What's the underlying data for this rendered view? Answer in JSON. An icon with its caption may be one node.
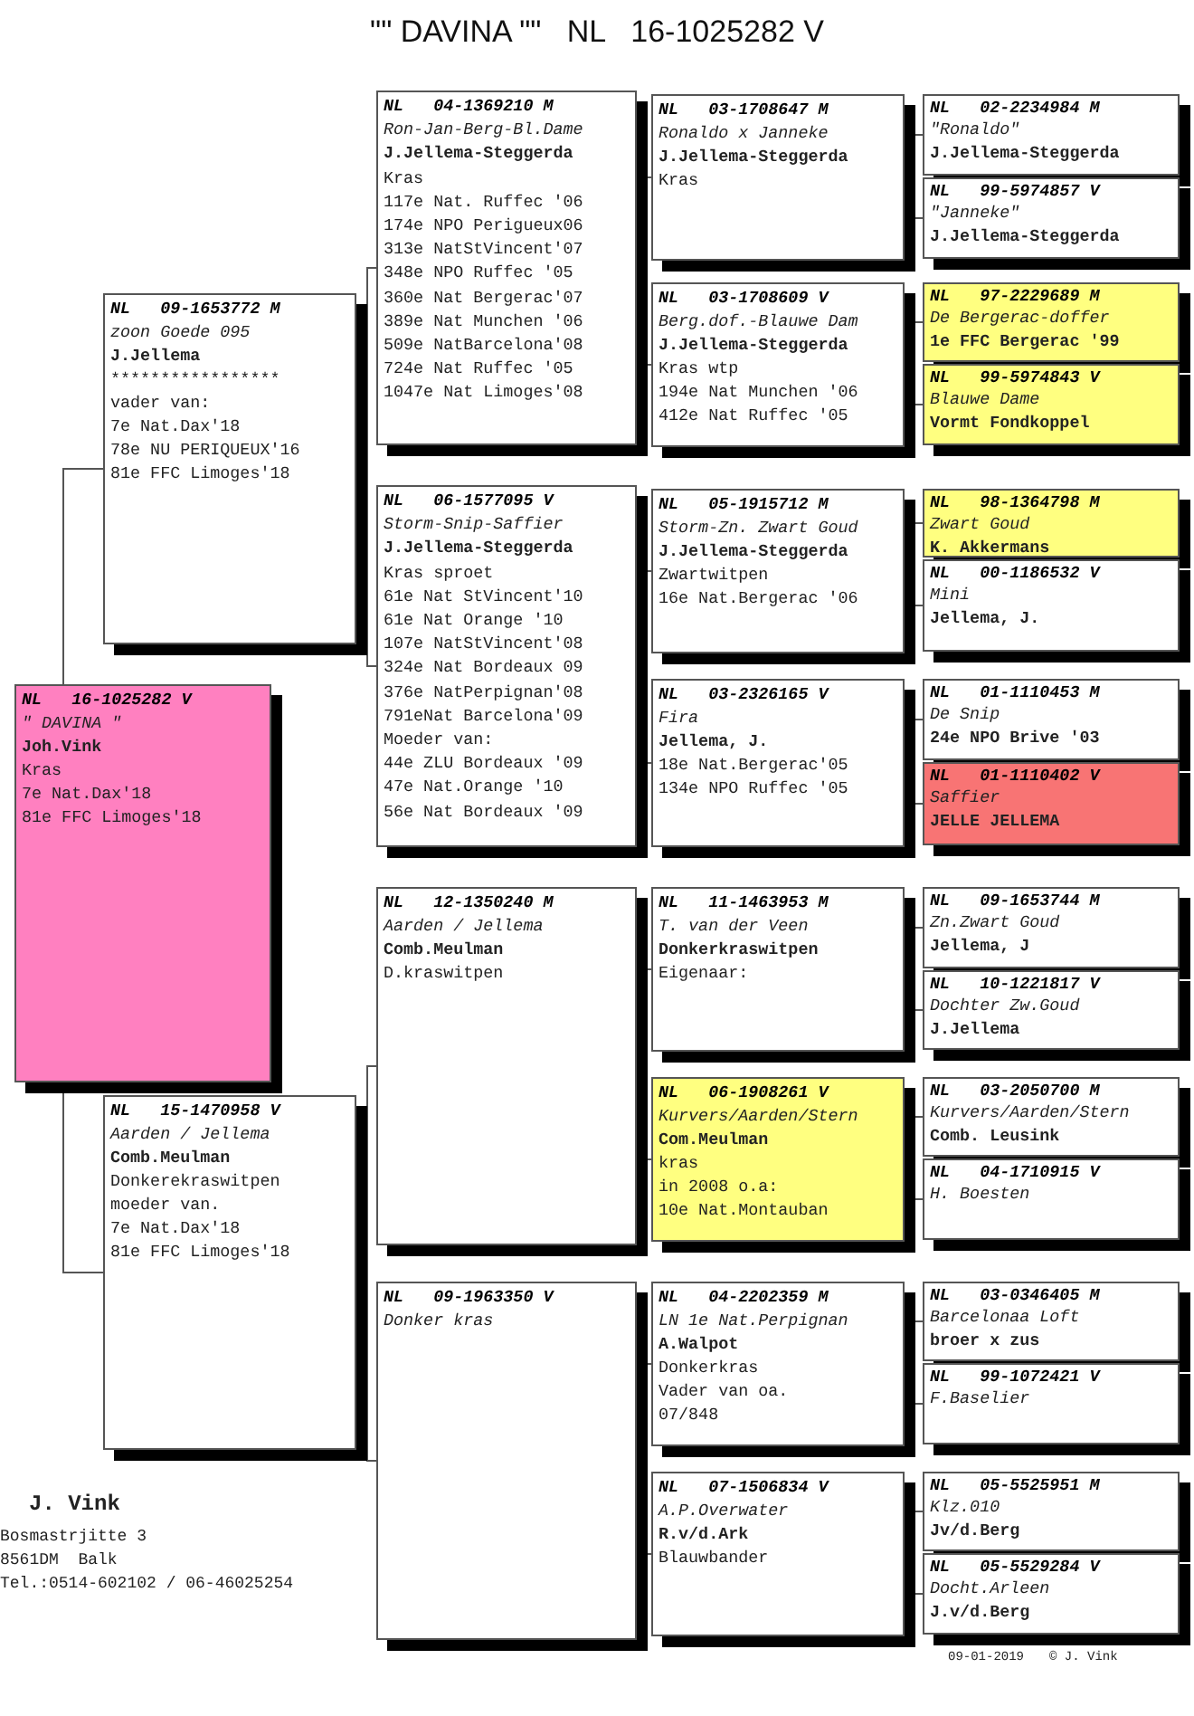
{
  "diagram": {
    "title": "\"\" DAVINA \"\"   NL   16-1025282 V",
    "nodes": [
      {
        "text": [
          "NL   16-1025282 V",
          "\" DAVINA \"",
          "Joh.Vink",
          "Kras",
          "7e Nat.Dax'18",
          "81e FFC Limoges'18"
        ]
      },
      {
        "text": [
          "NL   09-1653772 M",
          "zoon Goede 095",
          "J.Jellema",
          "*****************",
          "vader van:",
          "7e Nat.Dax'18",
          "78e NU PERIQUEUX'16",
          "81e FFC Limoges'18"
        ]
      },
      {
        "text": [
          "NL   15-1470958 V",
          "Aarden / Jellema",
          "Comb.Meulman",
          "Donkerekraswitpen",
          "moeder van.",
          "7e Nat.Dax'18",
          "81e FFC Limoges'18"
        ]
      },
      {
        "text": [
          "NL   04-1369210 M",
          "Ron-Jan-Berg-Bl.Dame",
          "J.Jellema-Steggerda",
          "Kras",
          "117e Nat. Ruffec '06",
          "174e NPO Perigueux06",
          "313e NatStVincent'07",
          "348e NPO Ruffec '05",
          "360e Nat Bergerac'07",
          "389e Nat Munchen '06",
          "509e NatBarcelona'08",
          "724e Nat Ruffec '05",
          "1047e Nat Limoges'08"
        ]
      },
      {
        "text": [
          "NL   06-1577095 V",
          "Storm-Snip-Saffier",
          "J.Jellema-Steggerda",
          "Kras sproet",
          "61e Nat StVincent'10",
          "61e Nat Orange '10",
          "107e NatStVincent'08",
          "324e Nat Bordeaux 09",
          "376e NatPerpignan'08",
          "791eNat Barcelona'09",
          "Moeder van:",
          "44e ZLU Bordeaux '09",
          "47e Nat.Orange '10",
          "56e Nat Bordeaux '09"
        ]
      },
      {
        "text": [
          "NL   12-1350240 M",
          "Aarden / Jellema",
          "Comb.Meulman",
          "D.kraswitpen"
        ]
      },
      {
        "text": [
          "NL   09-1963350 V",
          "Donker kras"
        ]
      },
      {
        "text": [
          "NL   03-1708647 M",
          "Ronaldo x Janneke",
          "J.Jellema-Steggerda",
          "Kras"
        ]
      },
      {
        "text": [
          "NL   03-1708609 V",
          "Berg.dof.-Blauwe Dam",
          "J.Jellema-Steggerda",
          "Kras wtp",
          "194e Nat Munchen '06",
          "412e Nat Ruffec '05"
        ]
      },
      {
        "text": [
          "NL   05-1915712 M",
          "Storm-Zn. Zwart Goud",
          "J.Jellema-Steggerda",
          "Zwartwitpen",
          "16e Nat.Bergerac '06"
        ]
      },
      {
        "text": [
          "NL   03-2326165 V",
          "Fira",
          "Jellema, J.",
          "18e Nat.Bergerac'05",
          "134e NPO Ruffec '05"
        ]
      },
      {
        "text": [
          "NL   11-1463953 M",
          "T. van der Veen",
          "Donkerkraswitpen",
          "Eigenaar:"
        ]
      },
      {
        "text": [
          "NL   06-1908261 V",
          "Kurvers/Aarden/Stern",
          "Com.Meulman",
          "kras",
          "in 2008 o.a:",
          "10e Nat.Montauban"
        ]
      },
      {
        "text": [
          "NL   04-2202359 M",
          "LN 1e Nat.Perpignan",
          "A.Walpot",
          "Donkerkras",
          "Vader van oa.",
          "07/848"
        ]
      },
      {
        "text": [
          "NL   07-1506834 V",
          "A.P.Overwater",
          "R.v/d.Ark",
          "Blauwbander"
        ]
      },
      {
        "text": [
          "NL   02-2234984 M",
          "\"Ronaldo\"",
          "J.Jellema-Steggerda"
        ]
      },
      {
        "text": [
          "NL   99-5974857 V",
          "\"Janneke\"",
          "J.Jellema-Steggerda"
        ]
      },
      {
        "text": [
          "NL   97-2229689 M",
          "De Bergerac-doffer",
          "1e FFC Bergerac '99"
        ]
      },
      {
        "text": [
          "NL   99-5974843 V",
          "Blauwe Dame",
          "Vormt Fondkoppel"
        ]
      },
      {
        "text": [
          "NL   98-1364798 M",
          "Zwart Goud",
          "K. Akkermans"
        ]
      },
      {
        "text": [
          "NL   00-1186532 V",
          "Mini",
          "Jellema, J."
        ]
      },
      {
        "text": [
          "NL   01-1110453 M",
          "De Snip",
          "24e NPO Brive '03"
        ]
      },
      {
        "text": [
          "NL   01-1110402 V",
          "Saffier",
          "JELLE JELLEMA"
        ]
      },
      {
        "text": [
          "NL   09-1653744 M",
          "Zn.Zwart Goud",
          "Jellema, J"
        ]
      },
      {
        "text": [
          "NL   10-1221817 V",
          "Dochter Zw.Goud",
          "J.Jellema"
        ]
      },
      {
        "text": [
          "NL   03-2050700 M",
          "Kurvers/Aarden/Stern",
          "Comb. Leusink"
        ]
      },
      {
        "text": [
          "NL   04-1710915 V",
          "H. Boesten"
        ]
      },
      {
        "text": [
          "NL   03-0346405 M",
          "Barcelonaa Loft",
          "broer x zus"
        ]
      },
      {
        "text": [
          "NL   99-1072421 V",
          "F.Baselier"
        ]
      },
      {
        "text": [
          "NL   05-5525951 M",
          "Klz.010",
          "Jv/d.Berg"
        ]
      },
      {
        "text": [
          "NL   05-5529284 V",
          "Docht.Arleen",
          "J.v/d.Berg"
        ]
      }
    ],
    "edges": [
      {
        "from": 0,
        "to": 1,
        "arrow": "none"
      },
      {
        "from": 0,
        "to": 2,
        "arrow": "none"
      },
      {
        "from": 1,
        "to": 3,
        "arrow": "none"
      },
      {
        "from": 1,
        "to": 4,
        "arrow": "none"
      },
      {
        "from": 2,
        "to": 5,
        "arrow": "none"
      },
      {
        "from": 2,
        "to": 6,
        "arrow": "none"
      },
      {
        "from": 3,
        "to": 7,
        "arrow": "none"
      },
      {
        "from": 3,
        "to": 8,
        "arrow": "none"
      },
      {
        "from": 4,
        "to": 9,
        "arrow": "none"
      },
      {
        "from": 4,
        "to": 10,
        "arrow": "none"
      },
      {
        "from": 5,
        "to": 11,
        "arrow": "none"
      },
      {
        "from": 5,
        "to": 12,
        "arrow": "none"
      },
      {
        "from": 6,
        "to": 13,
        "arrow": "none"
      },
      {
        "from": 6,
        "to": 14,
        "arrow": "none"
      },
      {
        "from": 7,
        "to": 15,
        "arrow": "none"
      },
      {
        "from": 7,
        "to": 16,
        "arrow": "none"
      },
      {
        "from": 8,
        "to": 17,
        "arrow": "none"
      },
      {
        "from": 8,
        "to": 18,
        "arrow": "none"
      },
      {
        "from": 9,
        "to": 19,
        "arrow": "none"
      },
      {
        "from": 9,
        "to": 20,
        "arrow": "none"
      },
      {
        "from": 10,
        "to": 21,
        "arrow": "none"
      },
      {
        "from": 10,
        "to": 22,
        "arrow": "none"
      },
      {
        "from": 11,
        "to": 23,
        "arrow": "none"
      },
      {
        "from": 11,
        "to": 24,
        "arrow": "none"
      },
      {
        "from": 12,
        "to": 25,
        "arrow": "none"
      },
      {
        "from": 12,
        "to": 26,
        "arrow": "none"
      },
      {
        "from": 13,
        "to": 27,
        "arrow": "none"
      },
      {
        "from": 13,
        "to": 28,
        "arrow": "none"
      },
      {
        "from": 14,
        "to": 29,
        "arrow": "none"
      },
      {
        "from": 14,
        "to": 30,
        "arrow": "none"
      }
    ],
    "labels": [
      "J. Vink",
      "Bosmastrjitte 3",
      "8561DM  Balk",
      "Tel.:0514-602102 / 06-46025254",
      "09-01-2019",
      "© J. Vink"
    ]
  }
}
